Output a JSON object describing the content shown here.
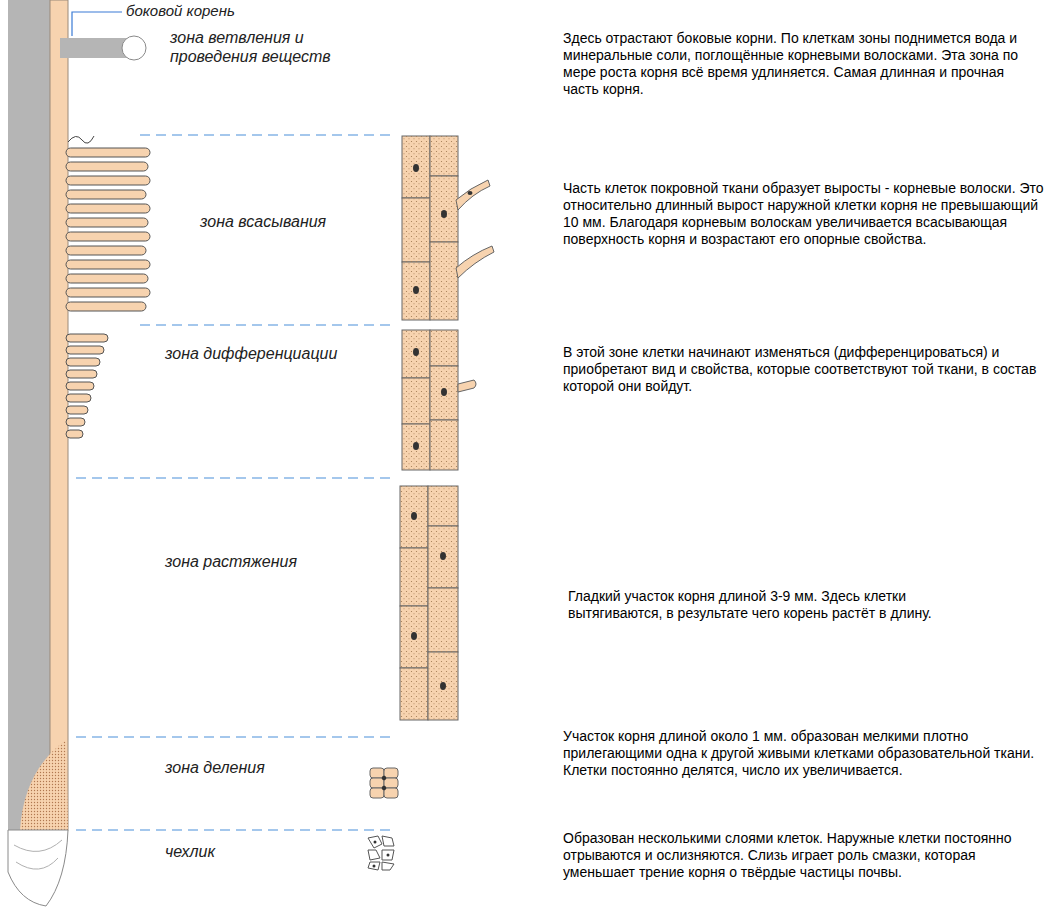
{
  "diagram": {
    "labels": [
      "боковой корень",
      "зона ветвления и проведения веществ",
      "Здесь отрастают боковые корни. По клеткам зоны поднимется вода и минеральные соли, поглощённые корневыми волосками. Эта зона по мере роста корня всё время удлиняется. Самая длинная и прочная часть корня.",
      "зона всасывания",
      "Часть клеток покровной ткани образует выросты - корневые волоски. Это относительно длинный вырост наружной клетки корня не превышающий 10 мм. Благодаря корневым волоскам увеличивается всасывающая поверхность корня и возрастают его опорные свойства.",
      "зона дифференциации",
      "В этой зоне клетки начинают изменяться (дифференцироваться) и приобретают вид и свойства, которые соответствуют той ткани, в состав которой они войдут.",
      "зона растяжения",
      "Гладкий участок корня длиной 3-9 мм. Здесь клетки вытягиваются, в результате чего корень растёт в длину.",
      "зона деления",
      "Участок корня длиной около 1 мм. образован мелкими плотно прилегающими одна к другой живыми клетками образовательной ткани. Клетки постоянно делятся, число их увеличивается.",
      "чехлик",
      "Образован несколькими слоями клеток. Наружные клетки постоянно отрываются и ослизняются. Слизь играет роль смазки, которая уменьшает трение корня о твёрдые частицы почвы."
    ]
  }
}
